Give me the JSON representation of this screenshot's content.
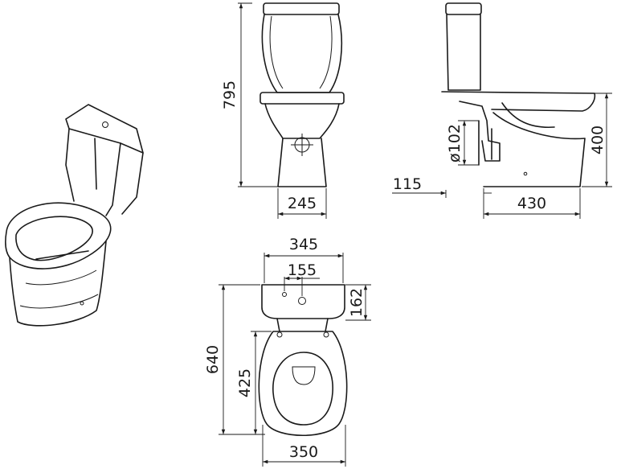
{
  "dimensions": {
    "total_height": "795",
    "front_base_width": "245",
    "side_offset": "115",
    "side_depth": "430",
    "pan_height": "400",
    "outlet_diameter": "ø102",
    "tank_width": "345",
    "tank_hole_span": "155",
    "tank_depth": "162",
    "total_length": "640",
    "bowl_length": "425",
    "bowl_width": "350"
  }
}
